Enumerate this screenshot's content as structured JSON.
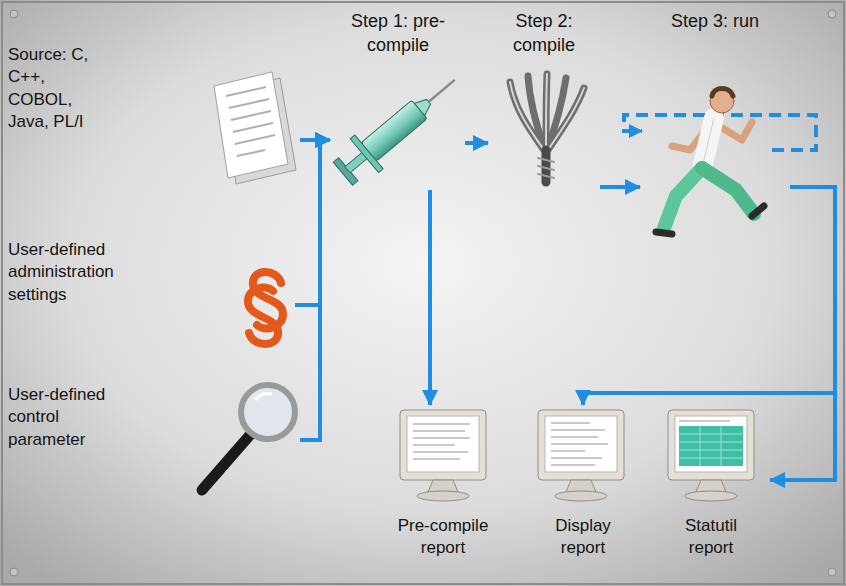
{
  "diagram": {
    "nodes": [
      {
        "text": [
          "Source: C, C++, COBOL, Java, PL/I"
        ]
      },
      {
        "text": [
          "User-defined administration settings"
        ]
      },
      {
        "text": [
          "User-defined control parameter"
        ]
      },
      {
        "text": [
          "Step 1: pre-compile"
        ]
      },
      {
        "text": [
          "Step 2: compile"
        ]
      },
      {
        "text": [
          "Step 3: run"
        ]
      },
      {
        "text": [
          "Pre-compile report"
        ]
      },
      {
        "text": [
          "Display report"
        ]
      },
      {
        "text": [
          "Statutil report"
        ]
      }
    ],
    "edges": [
      {
        "from": 0,
        "to": 3,
        "arrow": "to"
      },
      {
        "from": 1,
        "to": 3,
        "arrow": "to"
      },
      {
        "from": 2,
        "to": 3,
        "arrow": "to"
      },
      {
        "from": 3,
        "to": 4,
        "arrow": "to"
      },
      {
        "from": 4,
        "to": 5,
        "arrow": "to"
      },
      {
        "from": 3,
        "to": 6,
        "arrow": "to"
      },
      {
        "from": 5,
        "to": 7,
        "arrow": "to"
      },
      {
        "from": 5,
        "to": 8,
        "arrow": "to"
      }
    ]
  }
}
